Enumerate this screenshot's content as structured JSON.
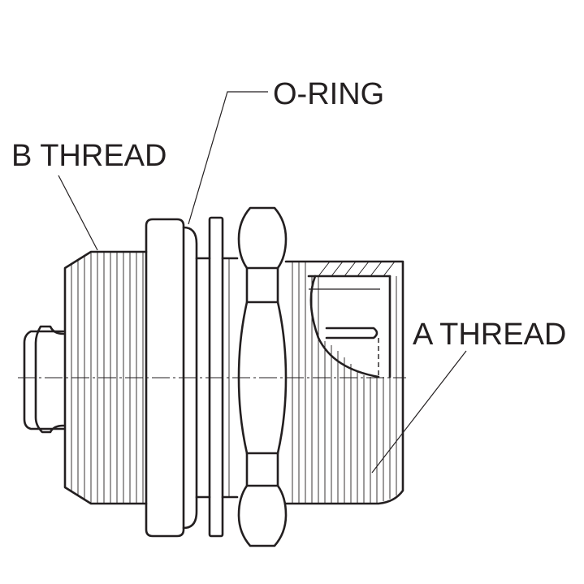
{
  "labels": {
    "o_ring": "O-RING",
    "b_thread": "B THREAD",
    "a_thread": "A THREAD"
  },
  "colors": {
    "line": "#231f20",
    "background": "#ffffff"
  }
}
